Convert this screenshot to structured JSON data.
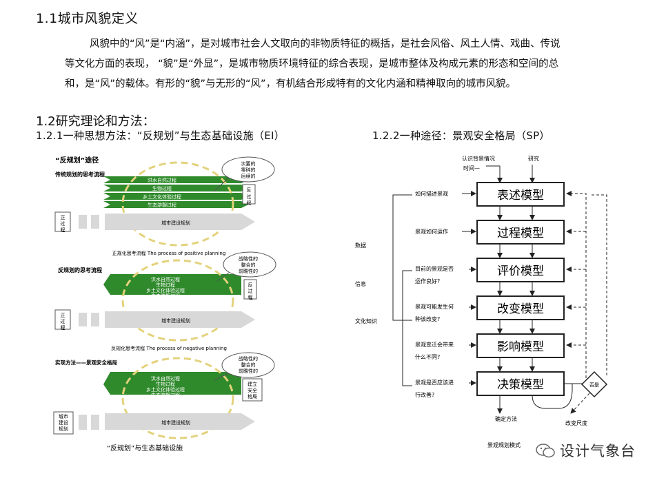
{
  "section_1_1": {
    "heading": "1.1城市风貌定义",
    "para_line1": "风貌中的“风”是“内涵”，是对城市社会人文取向的非物质特征的概括，是社会风俗、风土人情、戏曲、传说",
    "para_line2": "等文化方面的表现， “貌”是“外显”，是城市物质环境特征的综合表现，是城市整体及构成元素的形态和空间的总",
    "para_line3": "和，是“风”的载体。有形的“貌”与无形的“风”，有机结合形成特有的文化内涵和精神取向的城市风貌。"
  },
  "section_1_2": {
    "heading": "1.2研究理论和方法：",
    "sub1": "1.2.1一种思想方法：“反规划”与生态基础设施（EI）",
    "sub2": "1.2.2一种途径：景观安全格局（SP）"
  },
  "left_diagram": {
    "title": "“反规划”途径",
    "block1": {
      "label": "传统规划的思考流程",
      "green_lines": [
        "洪水自然过程",
        "生物过程",
        "乡土文化体验过程",
        "生态游憩过程"
      ],
      "bubble": "次要的零碎的后续的",
      "side_box": "反过程",
      "left_box": "正过程",
      "grey_arrow": "城市建设规划",
      "caption": "正规化思考流程 The process of positive planning"
    },
    "block2": {
      "label": "反规划的思考流程",
      "green_lines": [
        "洪水自然过程",
        "生物过程",
        "乡土文化体验过程",
        "生态游憩过程"
      ],
      "bubble": "战略性的整合的前瞻性的",
      "side_box": "反过程",
      "left_box": "正过程",
      "grey_arrow": "城市建设规划",
      "caption": "反规化思考流程 The process of negative planning"
    },
    "block3": {
      "label": "实现方法——景观安全格局",
      "green_lines": [
        "洪水自然过程",
        "生物过程",
        "乡土文化体验过程",
        "生态游憩过程"
      ],
      "bubble": "战略性的整合的前瞻性的",
      "side_box": "建立安全格局",
      "left_box": "城市建设规划",
      "grey_arrow": "城市建设规划",
      "caption": "“反规划”与生态基础设施"
    }
  },
  "right_diagram": {
    "top_left": "认识背景情况",
    "top_time": "时间—",
    "top_right": "研究",
    "left_labels": [
      "数据",
      "信息",
      "文化知识"
    ],
    "models": [
      "表述模型",
      "过程模型",
      "评价模型",
      "改变模型",
      "影响模型",
      "决策模型"
    ],
    "questions": [
      [
        "如何描述景观"
      ],
      [
        "景观如何运作"
      ],
      [
        "目前的景观是否",
        "运作良好?"
      ],
      [
        "景观可能发生何",
        "种该改变?"
      ],
      [
        "景观变迁会带来",
        "什么不同?"
      ],
      [
        "景观是否应该进",
        "行改善?"
      ]
    ],
    "diamond": "否是",
    "bottom_method": "确定方法",
    "bottom_scale": "改变尺度",
    "caption": "景观规划模式"
  },
  "watermark": {
    "text": "设计气象台"
  },
  "colors": {
    "green": "#2f8a2b",
    "dashed_circle": "#e3d27c",
    "grey_arrow": "#d8d8d8"
  }
}
